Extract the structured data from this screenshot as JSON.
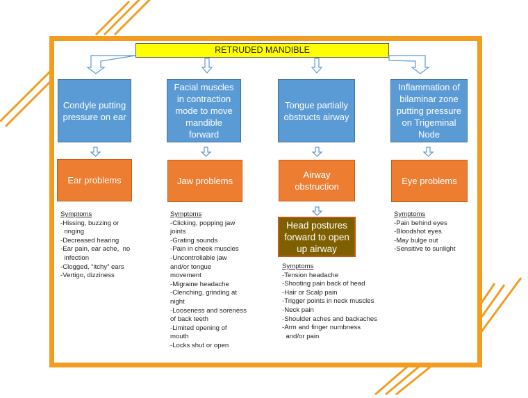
{
  "title": "RETRUDED MANDIBLE",
  "colors": {
    "frame": "#f39c1f",
    "title_fill": "#ffff00",
    "cause_fill": "#5b9bd5",
    "problem_fill": "#ed7d31",
    "posture_fill": "#7f6000",
    "arrow": "#5b9bd5"
  },
  "columns": [
    {
      "cause": "Condyle putting pressure on ear",
      "problem": "Ear problems",
      "symptoms_heading": "Symptoms",
      "symptoms": [
        "-Hissing, buzzing or",
        "  ringing",
        "-Decreased hearing",
        "-Ear pain, ear ache,  no",
        "  infection",
        "-Clogged, “itchy” ears",
        "-Vertigo, dizziness"
      ]
    },
    {
      "cause": "Facial muscles in contraction mode to move mandible forward",
      "problem": "Jaw problems",
      "symptoms_heading": "Symptoms",
      "symptoms": [
        "-Clicking, popping jaw",
        "joints",
        "-Grating sounds",
        "-Pain in cheek muscles",
        "-Uncontrollable jaw",
        "and/or tongue",
        "movement",
        "-Migraine headache",
        "-Clenching, grinding at",
        "night",
        "-Looseness and soreness",
        "of back teeth",
        "-Limited opening of",
        "mouth",
        "-Locks shut or open"
      ]
    },
    {
      "cause": "Tongue partially obstructs airway",
      "problem": "Airway obstruction",
      "extra": "Head postures forward to open up airway",
      "symptoms_heading": "Symptoms",
      "symptoms": [
        "-Tension headache",
        "-Shooting pain back of head",
        "-Hair or Scalp pain",
        "-Trigger points in neck muscles",
        "-Neck pain",
        "-Shoulder aches and backaches",
        "-Arm and finger numbness",
        "  and/or pain"
      ]
    },
    {
      "cause": "Inflammation of bilaminar zone putting pressure on Trigeminal Node",
      "problem": "Eye problems",
      "symptoms_heading": "Symptoms",
      "symptoms": [
        "-Pain behind eyes",
        "-Bloodshot eyes",
        "-May bulge out",
        "-Sensitive to sunlight"
      ]
    }
  ]
}
